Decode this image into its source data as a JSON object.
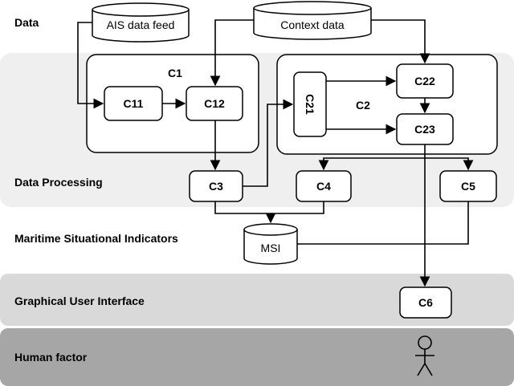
{
  "layers": {
    "data": "Data",
    "processing": "Data Processing",
    "indicators": "Maritime Situational Indicators",
    "gui": "Graphical User Interface",
    "human": "Human factor"
  },
  "sources": {
    "ais": "AIS data feed",
    "context": "Context data",
    "msi": "MSI"
  },
  "groups": {
    "c1": "C1",
    "c2": "C2"
  },
  "components": {
    "c11": "C11",
    "c12": "C12",
    "c21": "C21",
    "c22": "C22",
    "c23": "C23",
    "c3": "C3",
    "c4": "C4",
    "c5": "C5",
    "c6": "C6"
  },
  "colors": {
    "processing_band": "#efefef",
    "gui_band": "#d9d9d9",
    "human_band": "#a6a6a6",
    "stroke": "#000000"
  }
}
